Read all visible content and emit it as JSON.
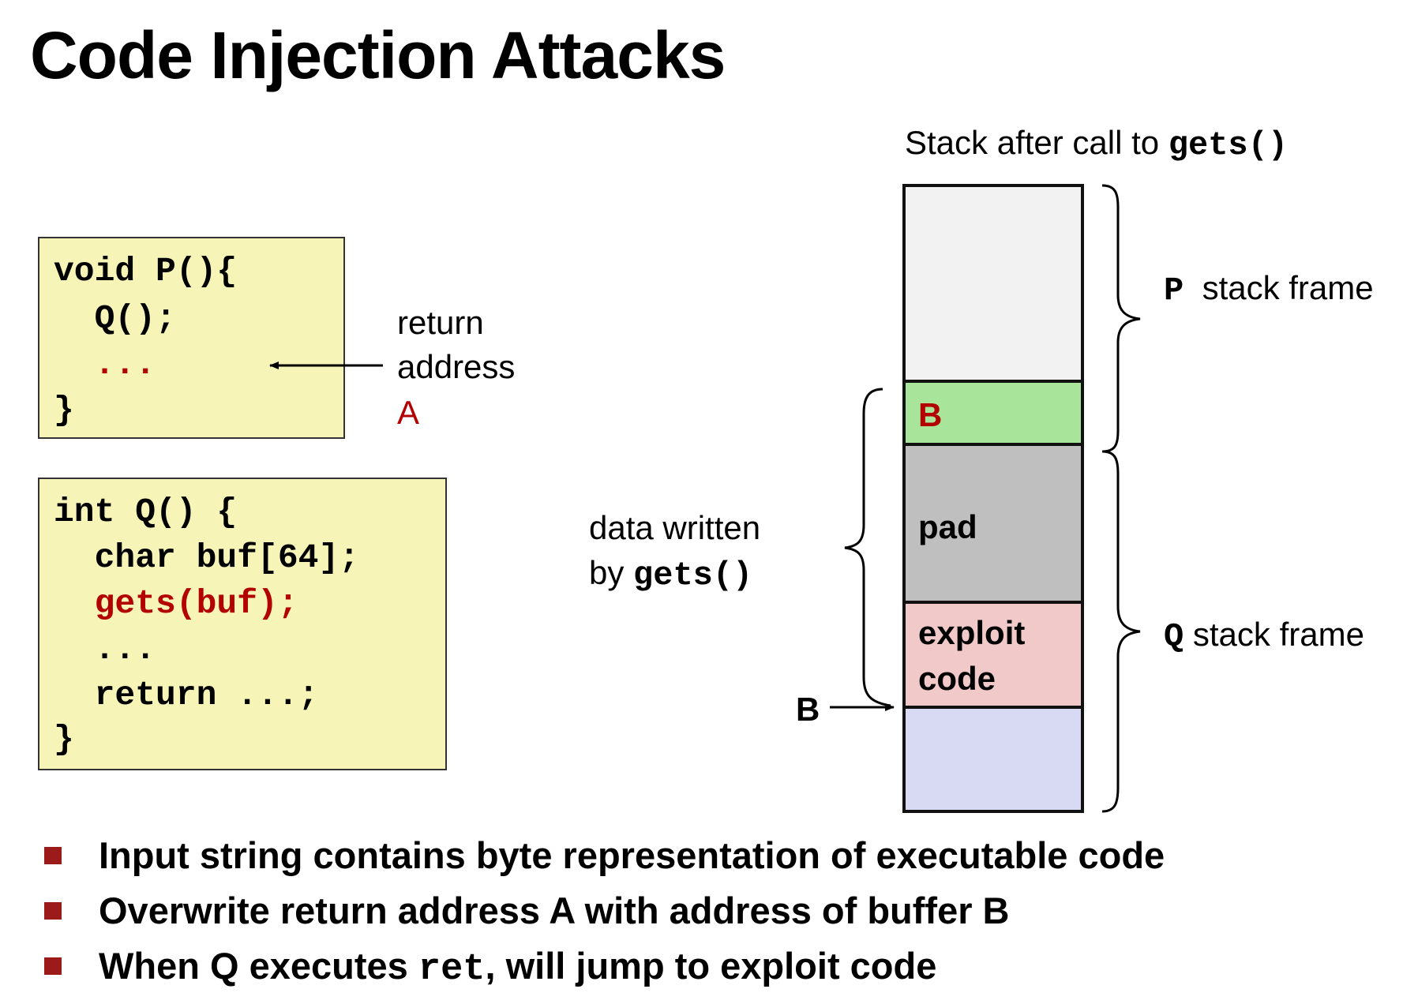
{
  "title": "Code Injection Attacks",
  "code_p": {
    "line1": "void P(){",
    "line2": "  Q();",
    "line3": "  ...",
    "line4": "}"
  },
  "return_label": {
    "line1": "return",
    "line2": "address",
    "line3": "A"
  },
  "code_q": {
    "line1": "int Q() {",
    "line2": "  char buf[64];",
    "line3": "  gets(buf);",
    "line4": "  ...",
    "line5": "  return ...;",
    "line6": "}"
  },
  "stack_caption": {
    "prefix": "Stack after call to ",
    "func": "gets()"
  },
  "stack_cells": {
    "b": "B",
    "pad": "pad",
    "exploit_line1": "exploit",
    "exploit_line2": "code"
  },
  "p_frame": {
    "name": "P",
    "text": "stack frame"
  },
  "q_frame": {
    "name": "Q",
    "text": "stack frame"
  },
  "data_written": {
    "line1": "data written",
    "line2_prefix": "by ",
    "line2_func": "gets()"
  },
  "b_pointer": "B",
  "bullets": {
    "b1": "Input string contains byte representation of executable code",
    "b2": "Overwrite return address A with address of buffer B",
    "b3_part1": "When ",
    "b3_q": "Q",
    "b3_part2": " executes ",
    "b3_ret": "ret",
    "b3_part3": ", will jump to exploit code"
  },
  "colors": {
    "code_bg": "#f7f4b8",
    "accent_red": "#b30000",
    "bullet": "#9b1b1b",
    "cell_top": "#f2f2f2",
    "cell_b": "#a8e59a",
    "cell_pad": "#bfbfbf",
    "cell_exploit": "#f1c9c9",
    "cell_bottom": "#d8d9f3"
  }
}
